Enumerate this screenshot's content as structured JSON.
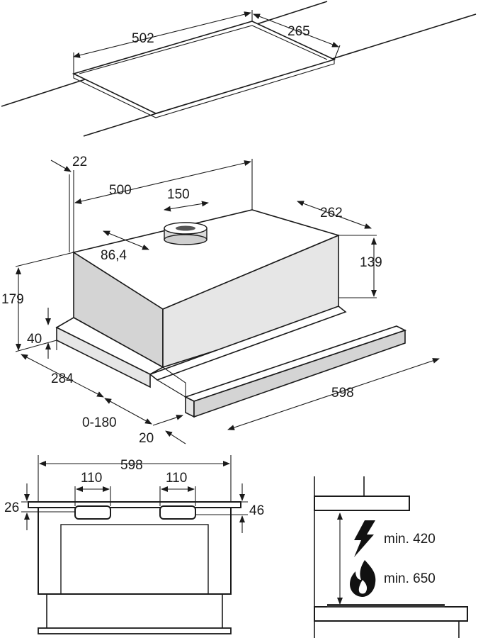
{
  "cutout": {
    "width": "502",
    "depth": "265"
  },
  "hood": {
    "rear_offset": "22",
    "body_width": "500",
    "outlet_diameter": "150",
    "outlet_offset": "86,4",
    "body_depth": "262",
    "body_height": "139",
    "total_height": "179",
    "front_height": "40",
    "depth": "284",
    "extension": "0-180",
    "front_offset": "20",
    "front_width": "598"
  },
  "front_view": {
    "width": "598",
    "slot_left": "110",
    "slot_right": "110",
    "left_height": "26",
    "right_height": "46"
  },
  "clearance": {
    "electric_label": "min. 420",
    "gas_label": "min. 650",
    "electric_icon": "lightning-icon",
    "gas_icon": "flame-icon"
  }
}
